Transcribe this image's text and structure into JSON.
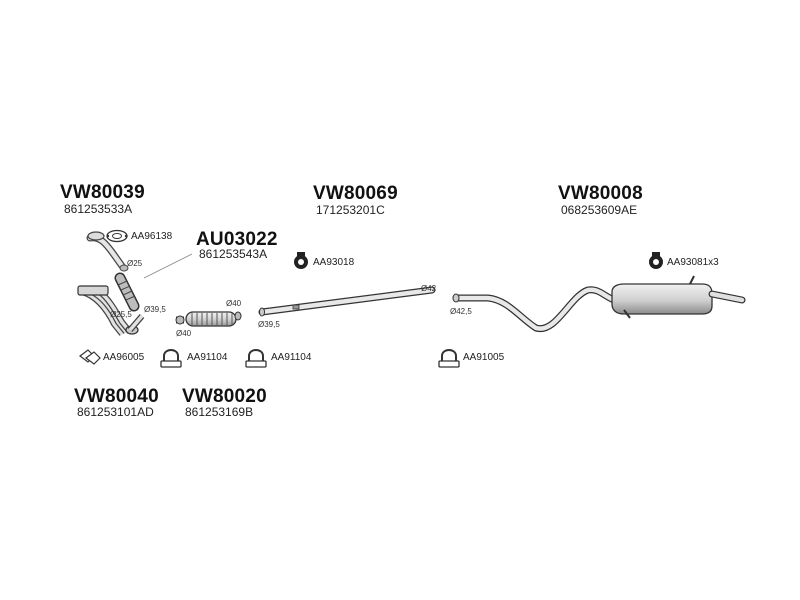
{
  "assemblies": {
    "vw80039": {
      "code": "VW80039",
      "part_no": "861253533A"
    },
    "au03022": {
      "code": "AU03022",
      "part_no": "861253543A"
    },
    "vw80069": {
      "code": "VW80069",
      "part_no": "171253201C"
    },
    "vw80008": {
      "code": "VW80008",
      "part_no": "068253609AE"
    },
    "vw80040": {
      "code": "VW80040",
      "part_no": "861253101AD"
    },
    "vw80020": {
      "code": "VW80020",
      "part_no": "861253169B"
    }
  },
  "hardware": {
    "gasket": "AA96138",
    "hanger": "AA93018",
    "hanger_rear": "AA93081x3",
    "flange_gasket": "AA96005",
    "clamp_1": "AA91104",
    "clamp_2": "AA91104",
    "clamp_3": "AA91005"
  },
  "dimensions": {
    "d25": "Ø25",
    "d25_5": "Ø25,5",
    "d39_5_a": "Ø39,5",
    "d40_a": "Ø40",
    "d40_b": "Ø40",
    "d39_5_b": "Ø39,5",
    "d42": "Ø42",
    "d42_5": "Ø42,5"
  }
}
